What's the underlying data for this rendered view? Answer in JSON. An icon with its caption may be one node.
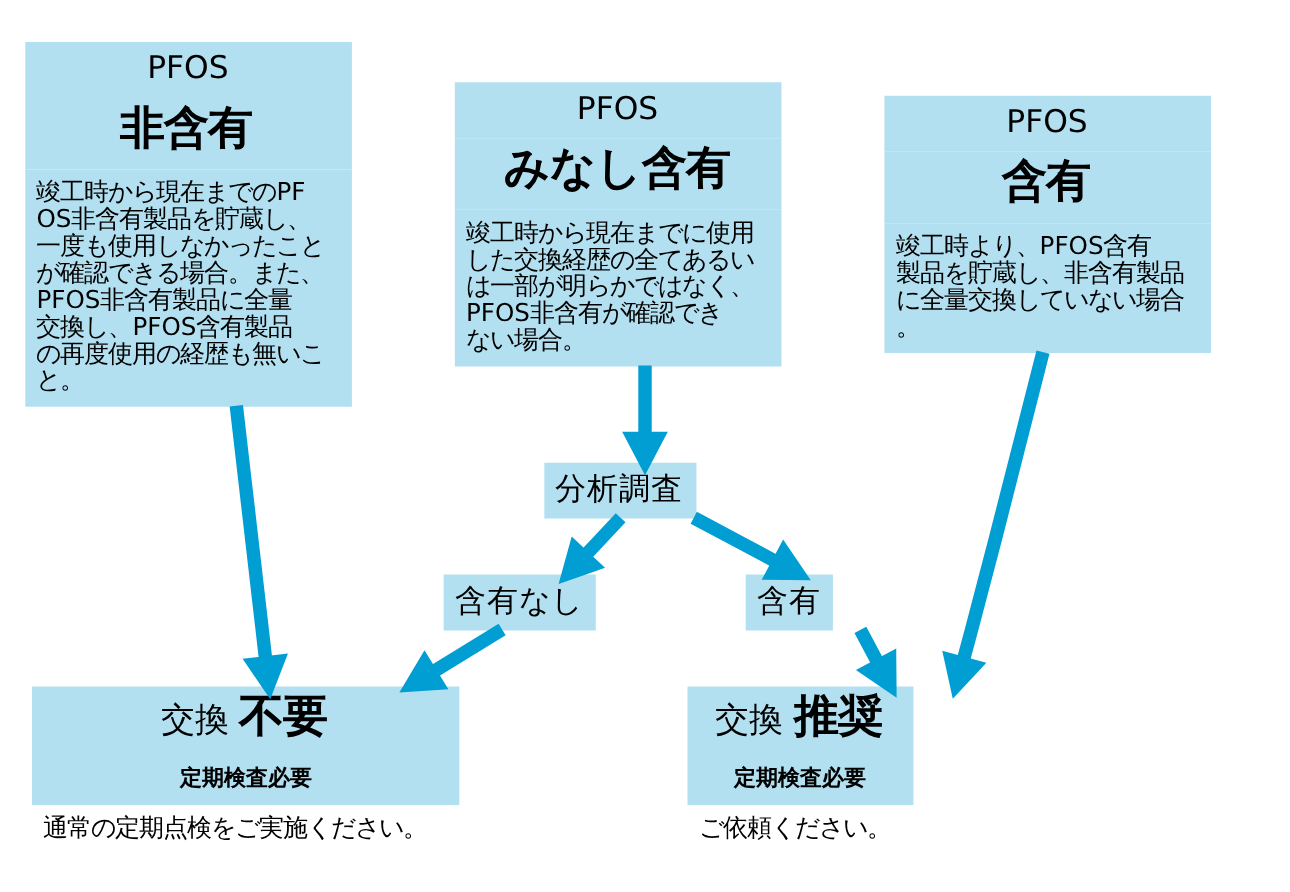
{
  "diagram": {
    "nodes": [
      {
        "text": [
          "PFOS",
          "非含有",
          "竣工時から現在までのPFOS非含有製品を貯蔵し、一度も使用しなかったことが確認できる場合。また、PFOS非含有製品に全量交換し、PFOS含有製品の再度使用の経歴も無いこと。"
        ]
      },
      {
        "text": [
          "PFOS",
          "みなし含有",
          "竣工時から現在までに使用した交換経歴の全てあるいは一部が明らかではなく、PFOS非含有が確認できない場合。"
        ]
      },
      {
        "text": [
          "PFOS",
          "含有",
          "竣工時より、PFOS含有製品を貯蔵し、非含有製品に全量交換していない場合。"
        ]
      },
      {
        "text": [
          "分析調査"
        ]
      },
      {
        "text": [
          "含有なし"
        ]
      },
      {
        "text": [
          "含有"
        ]
      },
      {
        "text": [
          "交換 **不要**",
          "定期検査必要"
        ],
        "beside": [
          "通常の定期点検をご実施ください。"
        ]
      },
      {
        "text": [
          "交換 **推奨**",
          "定期検査必要"
        ],
        "beside": [
          "ご依頼ください。"
        ]
      }
    ],
    "edges": [
      {
        "from": 0,
        "to": 6,
        "arrow": "to"
      },
      {
        "from": 1,
        "to": 3,
        "arrow": "to"
      },
      {
        "from": 3,
        "to": 4,
        "arrow": "to"
      },
      {
        "from": 3,
        "to": 5,
        "arrow": "to"
      },
      {
        "from": 4,
        "to": 6,
        "arrow": "to"
      },
      {
        "from": 5,
        "to": 7,
        "arrow": "to"
      },
      {
        "from": 2,
        "to": 7,
        "arrow": "to"
      }
    ]
  }
}
